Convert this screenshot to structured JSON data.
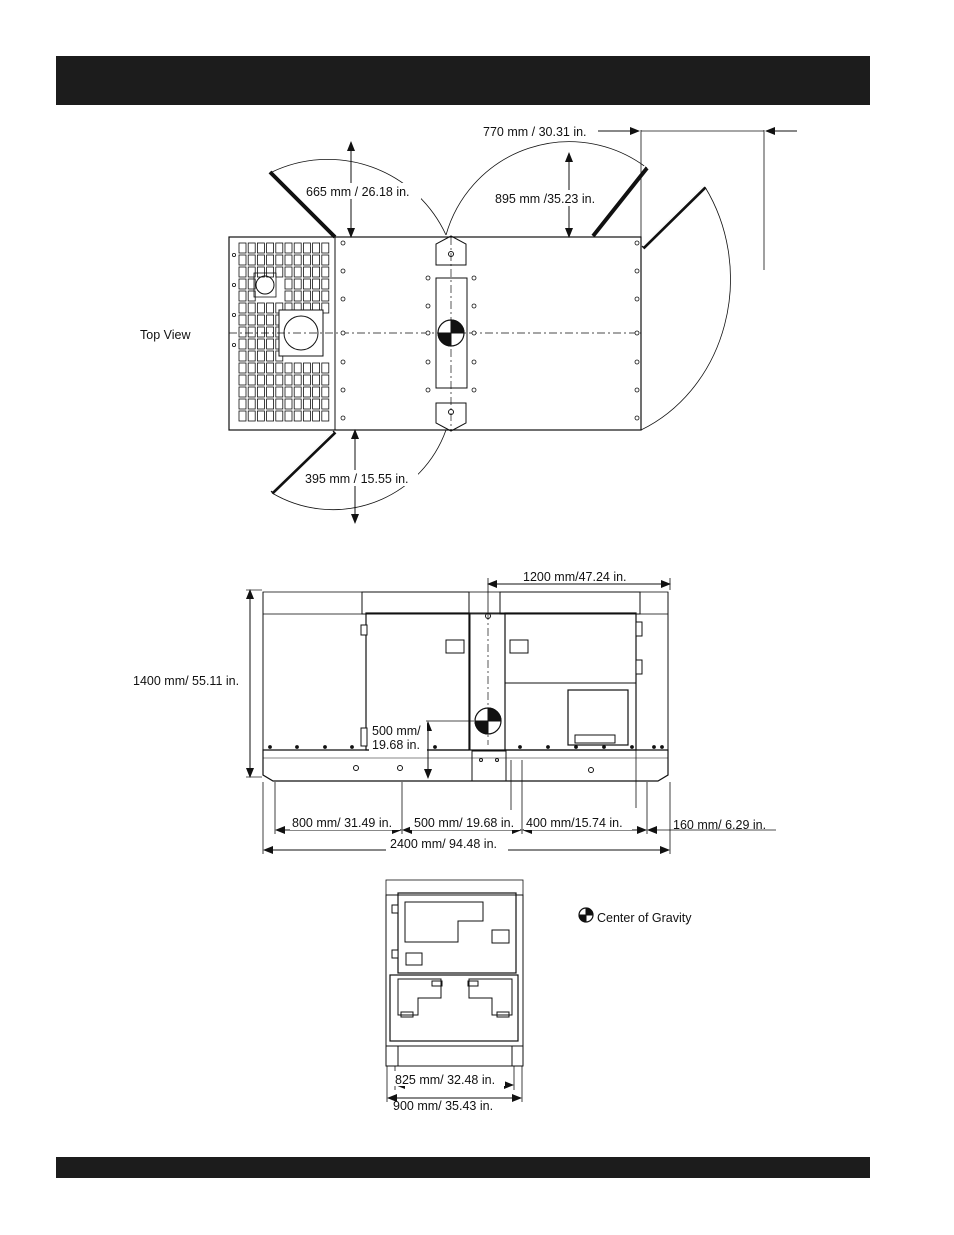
{
  "top_view": {
    "label": "Top View",
    "door_left_top": "665 mm / 26.18 in.",
    "door_right_top": "895 mm /35.23 in.",
    "door_side": "770 mm / 30.31 in.",
    "door_left_bottom": "395 mm / 15.55 in."
  },
  "side_view": {
    "height": "1400 mm/ 55.11 in.",
    "cg_right": "1200 mm/47.24  in.",
    "cg_height_line1": "500 mm/",
    "cg_height_line2": "19.68 in.",
    "dim_800": "800 mm/ 31.49 in.",
    "dim_500": "500 mm/ 19.68 in.",
    "dim_400": "400 mm/15.74 in.",
    "dim_160": "160 mm/ 6.29 in.",
    "overall_length": "2400 mm/ 94.48 in."
  },
  "end_view": {
    "inner_width": "825 mm/ 32.48 in.",
    "overall_width": "900 mm/ 35.43 in."
  },
  "legend": {
    "cg_label": "Center of Gravity",
    "cg_icon": "center-of-gravity-icon"
  },
  "colors": {
    "bar": "#1c1c1c",
    "line": "#111111"
  }
}
